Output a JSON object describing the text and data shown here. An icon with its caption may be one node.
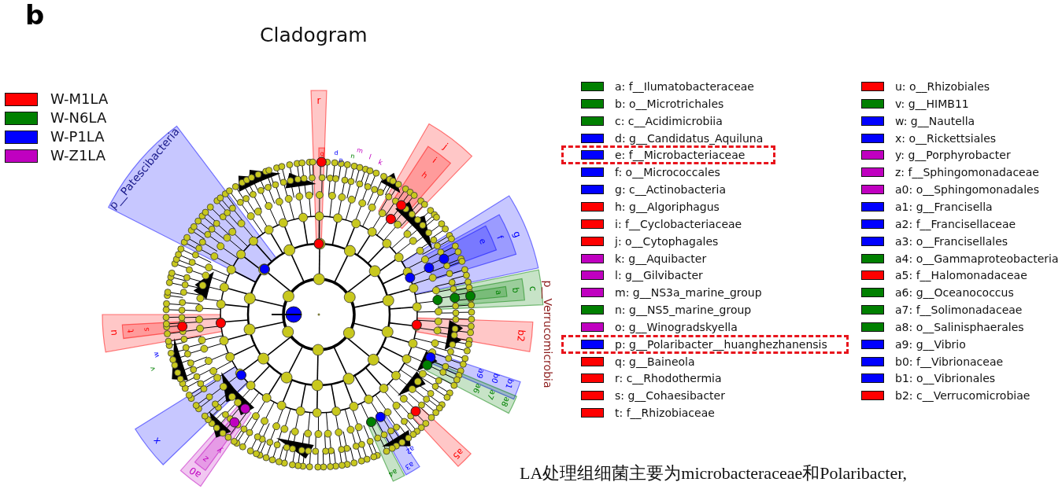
{
  "diagram": {
    "title": "Cladogram",
    "caption": "LA处理组细菌主要为microbacteraceae和Polaribacter,",
    "labels": [
      "b",
      "r",
      "q",
      "d",
      "p",
      "n",
      "m",
      "l",
      "k",
      "j",
      "i",
      "h",
      "g",
      "f",
      "e",
      "c",
      "b",
      "a",
      "p__Verrucomicrobia",
      "b2",
      "b1",
      "a8",
      "b0",
      "a7",
      "a9",
      "a6",
      "a5",
      "a4",
      "a3",
      "a2",
      "a0",
      "z",
      "y",
      "x",
      "w",
      "v",
      "u",
      "t",
      "s",
      "p__Patescibacteria"
    ],
    "legend": [
      {
        "text": "W-M1LA",
        "color": "#ff0000"
      },
      {
        "text": "W-N6LA",
        "color": "#008000"
      },
      {
        "text": "W-P1LA",
        "color": "#0000ff"
      },
      {
        "text": "W-Z1LA",
        "color": "#c000c0"
      },
      {
        "text": "a: f__Ilumatobacteraceae",
        "color": "#008000"
      },
      {
        "text": "b: o__Microtrichales",
        "color": "#008000"
      },
      {
        "text": "c: c__Acidimicrobiia",
        "color": "#008000"
      },
      {
        "text": "d: g__Candidatus_Aquiluna",
        "color": "#0000ff"
      },
      {
        "text": "e: f__Microbacteriaceae",
        "color": "#0000ff"
      },
      {
        "text": "f: o__Micrococcales",
        "color": "#0000ff"
      },
      {
        "text": "g: c__Actinobacteria",
        "color": "#0000ff"
      },
      {
        "text": "h: g__Algoriphagus",
        "color": "#ff0000"
      },
      {
        "text": "i: f__Cyclobacteriaceae",
        "color": "#ff0000"
      },
      {
        "text": "j: o__Cytophagales",
        "color": "#ff0000"
      },
      {
        "text": "k: g__Aquibacter",
        "color": "#c000c0"
      },
      {
        "text": "l: g__Gilvibacter",
        "color": "#c000c0"
      },
      {
        "text": "m: g__NS3a_marine_group",
        "color": "#c000c0"
      },
      {
        "text": "n: g__NS5_marine_group",
        "color": "#008000"
      },
      {
        "text": "o: g__Winogradskyella",
        "color": "#c000c0"
      },
      {
        "text": "p: g__Polaribacter__huanghezhanensis",
        "color": "#0000ff"
      },
      {
        "text": "q: g__Baineola",
        "color": "#ff0000"
      },
      {
        "text": "r: c__Rhodothermia",
        "color": "#ff0000"
      },
      {
        "text": "s: g__Cohaesibacter",
        "color": "#ff0000"
      },
      {
        "text": "t: f__Rhizobiaceae",
        "color": "#ff0000"
      },
      {
        "text": "u: o__Rhizobiales",
        "color": "#ff0000"
      },
      {
        "text": "v: g__HIMB11",
        "color": "#008000"
      },
      {
        "text": "w: g__Nautella",
        "color": "#0000ff"
      },
      {
        "text": "x: o__Rickettsiales",
        "color": "#0000ff"
      },
      {
        "text": "y: g__Porphyrobacter",
        "color": "#c000c0"
      },
      {
        "text": "z: f__Sphingomonadaceae",
        "color": "#c000c0"
      },
      {
        "text": "a0: o__Sphingomonadales",
        "color": "#c000c0"
      },
      {
        "text": "a1: g__Francisella",
        "color": "#0000ff"
      },
      {
        "text": "a2: f__Francisellaceae",
        "color": "#0000ff"
      },
      {
        "text": "a3: o__Francisellales",
        "color": "#0000ff"
      },
      {
        "text": "a4: o__Gammaproteobacteria",
        "color": "#008000"
      },
      {
        "text": "a5: f__Halomonadaceae",
        "color": "#ff0000"
      },
      {
        "text": "a6: g__Oceanococcus",
        "color": "#008000"
      },
      {
        "text": "a7: f__Solimonadaceae",
        "color": "#008000"
      },
      {
        "text": "a8: o__Salinisphaerales",
        "color": "#008000"
      },
      {
        "text": "a9: g__Vibrio",
        "color": "#0000ff"
      },
      {
        "text": "b0: f__Vibrionaceae",
        "color": "#0000ff"
      },
      {
        "text": "b1: o__Vibrionales",
        "color": "#0000ff"
      },
      {
        "text": "b2: c__Verrucomicrobiae",
        "color": "#ff0000"
      }
    ]
  }
}
